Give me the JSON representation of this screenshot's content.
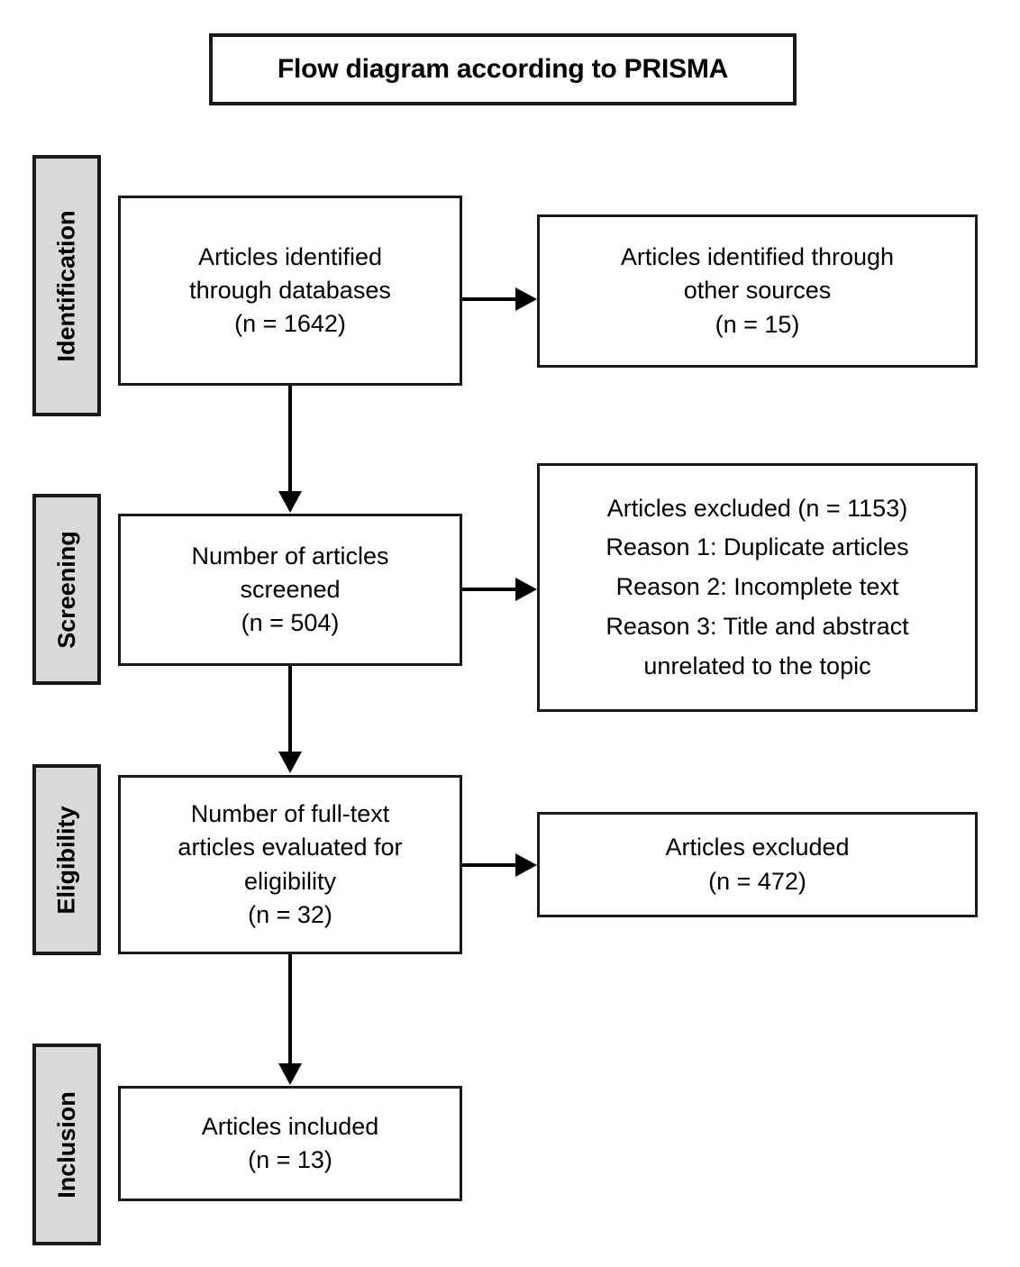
{
  "title": {
    "text": "Flow diagram according to PRISMA"
  },
  "stages": [
    {
      "id": "identification",
      "label": "Identification"
    },
    {
      "id": "screening",
      "label": "Screening"
    },
    {
      "id": "eligibility",
      "label": "Eligibility"
    },
    {
      "id": "inclusion",
      "label": "Inclusion"
    }
  ],
  "boxes": {
    "identified_databases": {
      "lines": [
        "Articles identified",
        "through databases",
        "(n = 1642)"
      ],
      "count": 1642
    },
    "identified_other_sources": {
      "lines": [
        "Articles identified through",
        "other sources",
        "(n = 15)"
      ],
      "count": 15
    },
    "screened": {
      "lines": [
        "Number of articles",
        "screened",
        "(n = 504)"
      ],
      "count": 504
    },
    "excluded_screening": {
      "lines": [
        "Articles excluded (n = 1153)",
        "Reason 1: Duplicate articles",
        "Reason 2: Incomplete text",
        "Reason 3: Title and abstract",
        "unrelated to the topic"
      ],
      "count": 1153
    },
    "fulltext_eligibility": {
      "lines": [
        "Number of full-text",
        "articles evaluated for",
        "eligibility",
        "(n = 32)"
      ],
      "count": 32
    },
    "excluded_eligibility": {
      "lines": [
        "Articles excluded",
        "(n = 472)"
      ],
      "count": 472
    },
    "included": {
      "lines": [
        "Articles included",
        "(n = 13)"
      ],
      "count": 13
    }
  },
  "colors": {
    "stage_fill": "#d9d9d9",
    "border": "#1a1a1a",
    "background": "#ffffff",
    "text": "#000000"
  }
}
